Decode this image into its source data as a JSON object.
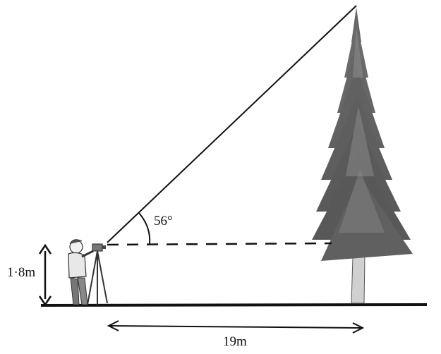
{
  "figure": {
    "angle_label": "56°",
    "height_label": "1·8m",
    "distance_label": "19m"
  },
  "icons": {
    "person": "surveyor-person-icon",
    "instrument": "theodolite-on-tripod-icon",
    "tree": "fir-tree-icon"
  },
  "colors": {
    "line": "#111111",
    "tree_foliage": "#5e5e5e",
    "tree_trunk": "#c9c9c9",
    "background": "#ffffff"
  }
}
